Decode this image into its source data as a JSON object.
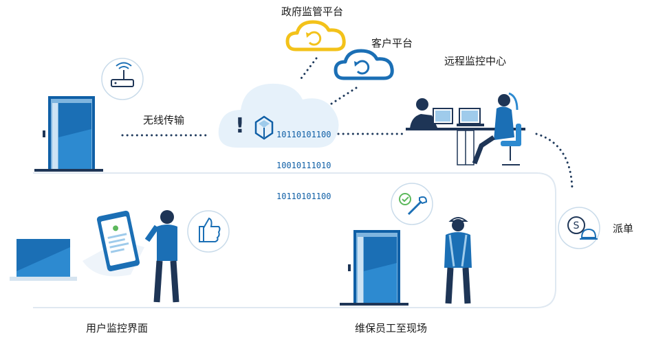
{
  "labels": {
    "gov_platform": "政府监管平台",
    "customer_platform": "客户平台",
    "remote_center": "远程监控中心",
    "wireless": "无线传输",
    "dispatch": "派单",
    "user_interface": "用户监控界面",
    "maintenance_onsite": "维保员工至现场"
  },
  "binary": [
    "10110101100",
    "10010111010",
    "10110101100"
  ],
  "exclamation": "!",
  "colors": {
    "primary_blue": "#1b6fb5",
    "light_blue": "#9fcbeb",
    "pale_blue": "#e6f1fa",
    "yellow": "#f3c21a",
    "dark_navy": "#1e3556",
    "dots": "#1f3a5c",
    "check_green": "#5cb85c"
  },
  "icons": [
    "router-icon",
    "cloud-data-icon",
    "gov-cloud-sync-icon",
    "customer-cloud-sync-icon",
    "thumbs-up-icon",
    "check-wrench-icon",
    "service-bell-icon",
    "elevator-icon",
    "laptop-icon",
    "smartphone-icon"
  ]
}
